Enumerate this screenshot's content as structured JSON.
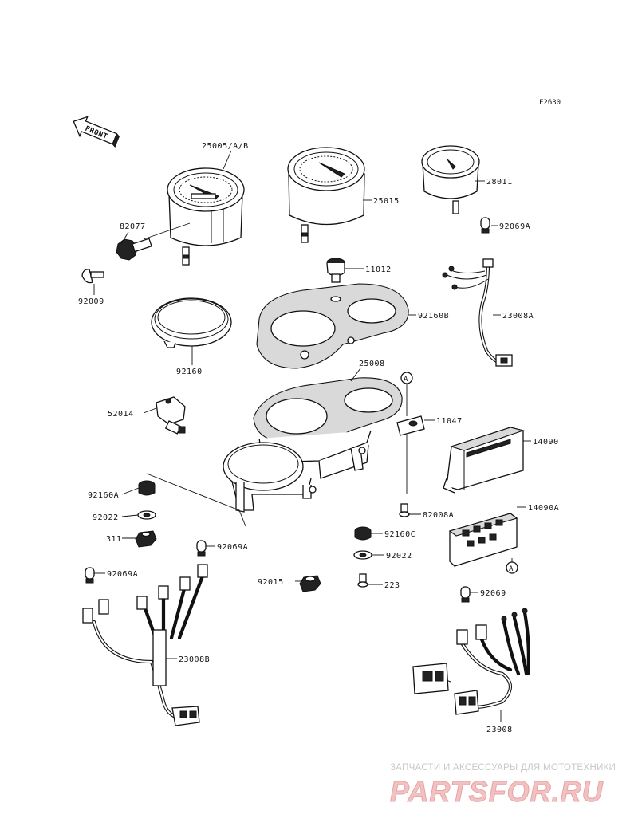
{
  "figure_code": "F2630",
  "front_label": "FRONT",
  "parts": [
    {
      "id": "25005/A/B"
    },
    {
      "id": "25015"
    },
    {
      "id": "28011"
    },
    {
      "id": "82077"
    },
    {
      "id": "92009"
    },
    {
      "id": "92069A"
    },
    {
      "id": "11012"
    },
    {
      "id": "92160B"
    },
    {
      "id": "23008A"
    },
    {
      "id": "92160"
    },
    {
      "id": "25008"
    },
    {
      "id": "52014"
    },
    {
      "id": "11047"
    },
    {
      "id": "14090"
    },
    {
      "id": "92160A"
    },
    {
      "id": "92022"
    },
    {
      "id": "311"
    },
    {
      "id": "82008A"
    },
    {
      "id": "14090A"
    },
    {
      "id": "92160C"
    },
    {
      "id": "92069A"
    },
    {
      "id": "92022"
    },
    {
      "id": "92069A"
    },
    {
      "id": "92015"
    },
    {
      "id": "223"
    },
    {
      "id": "92069"
    },
    {
      "id": "23008B"
    },
    {
      "id": "23008"
    }
  ],
  "callout_marker": "A",
  "watermark": {
    "tagline": "ЗАПЧАСТИ И АКСЕССУАРЫ ДЛЯ МОТОТЕХНИКИ",
    "brand": "PARTSFOR.RU"
  }
}
